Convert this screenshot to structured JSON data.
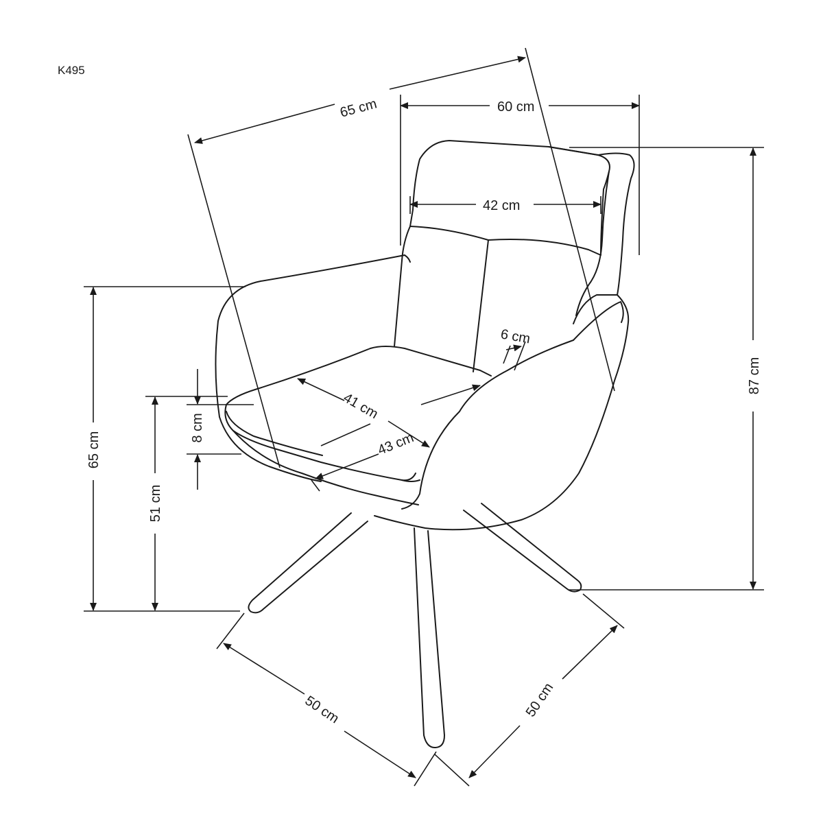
{
  "model": "K495",
  "dimensions": {
    "overall_diagonal": "65 cm",
    "overall_width": "60 cm",
    "backrest_width": "42 cm",
    "armrest_thickness": "6 cm",
    "seat_width": "41 cm",
    "seat_depth": "43 cm",
    "seat_thickness": "8 cm",
    "armrest_height": "65 cm",
    "seat_height": "51 cm",
    "total_height": "87 cm",
    "base_left": "50 cm",
    "base_right": "50 cm"
  }
}
